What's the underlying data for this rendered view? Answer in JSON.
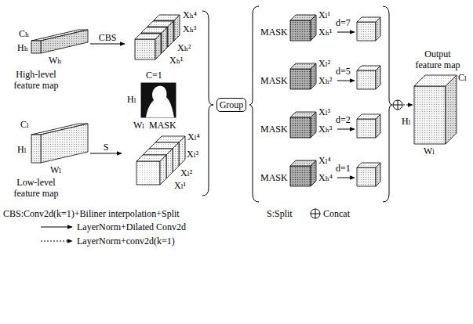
{
  "diagram": {
    "nodes": [
      {
        "text": [
          "Cₕ",
          "Hₕ",
          "Wₕ",
          "High-level feature map"
        ]
      },
      {
        "text": [
          "Xₕ⁴",
          "Xₕ³",
          "Xₕ²",
          "Xₕ¹"
        ]
      },
      {
        "text": [
          "C=1",
          "Hₗ",
          "Wₗ",
          "MASK"
        ]
      },
      {
        "text": [
          "Cₗ",
          "Hₗ",
          "Wₗ",
          "Low-level feature map"
        ]
      },
      {
        "text": [
          "Xₗ⁴",
          "Xₗ³",
          "Xₗ²",
          "Xₗ¹"
        ]
      },
      {
        "text": [
          "Group"
        ]
      },
      {
        "text": [
          "Xₗ¹",
          "MASK",
          "Xₕ¹"
        ]
      },
      {
        "text": [
          "Xₗ²",
          "MASK",
          "Xₕ²"
        ]
      },
      {
        "text": [
          "Xₗ³",
          "MASK",
          "Xₕ³"
        ]
      },
      {
        "text": [
          "Xₗ⁴",
          "MASK",
          "Xₕ⁴"
        ]
      },
      {
        "text": [
          "Output feature map",
          "Cₗ",
          "Hₗ",
          "Wₗ"
        ]
      }
    ],
    "edges": [
      {
        "from": 0,
        "to": 1,
        "label": "CBS",
        "arrow": "to"
      },
      {
        "from": 3,
        "to": 4,
        "label": "S",
        "arrow": "to"
      }
    ],
    "labels": [
      "d=7",
      "d=5",
      "d=2",
      "d=1",
      "CBS:Conv2d(k=1)+Biliner interpolation+Split",
      "S:Split"
    ],
    "legend": [
      {
        "text": "Concat"
      },
      {
        "text": "LayerNorm+Dilated Conv2d"
      },
      {
        "text": "LayerNorm+conv2d(k=1)"
      }
    ]
  }
}
